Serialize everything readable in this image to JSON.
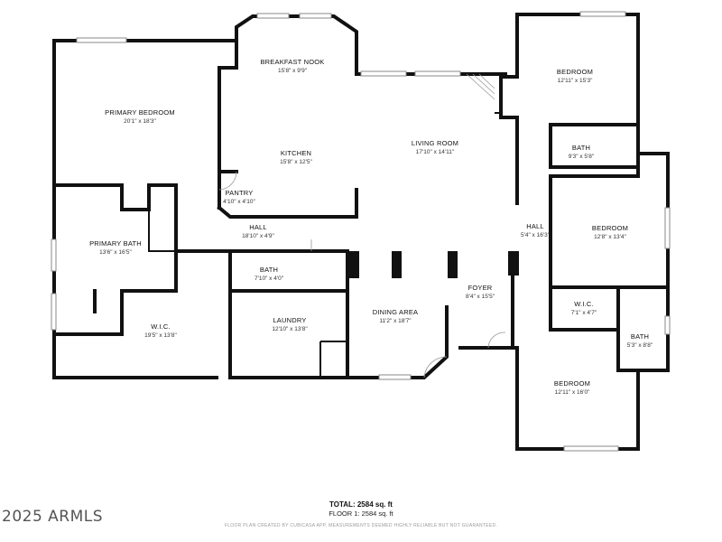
{
  "rooms": [
    {
      "id": "primary-bedroom",
      "name": "PRIMARY BEDROOM",
      "dims": "20'1\" x 18'3\""
    },
    {
      "id": "breakfast-nook",
      "name": "BREAKFAST NOOK",
      "dims": "15'8\" x 9'9\""
    },
    {
      "id": "kitchen",
      "name": "KITCHEN",
      "dims": "15'8\" x 12'5\""
    },
    {
      "id": "living-room",
      "name": "LIVING ROOM",
      "dims": "17'10\" x 14'11\""
    },
    {
      "id": "bedroom-ne",
      "name": "BEDROOM",
      "dims": "12'11\" x 15'3\""
    },
    {
      "id": "bath-ne",
      "name": "BATH",
      "dims": "9'3\" x 5'8\""
    },
    {
      "id": "pantry",
      "name": "PANTRY",
      "dims": "4'10\" x 4'10\""
    },
    {
      "id": "hall-main",
      "name": "HALL",
      "dims": "18'10\" x 4'9\""
    },
    {
      "id": "hall-east",
      "name": "HALL",
      "dims": "5'4\" x 16'3\""
    },
    {
      "id": "bedroom-e",
      "name": "BEDROOM",
      "dims": "12'8\" x 13'4\""
    },
    {
      "id": "primary-bath",
      "name": "PRIMARY BATH",
      "dims": "13'6\" x 16'5\""
    },
    {
      "id": "bath-center",
      "name": "BATH",
      "dims": "7'10\" x 4'0\""
    },
    {
      "id": "foyer",
      "name": "FOYER",
      "dims": "8'4\" x 15'5\""
    },
    {
      "id": "laundry",
      "name": "LAUNDRY",
      "dims": "12'10\" x 13'8\""
    },
    {
      "id": "dining-area",
      "name": "DINING AREA",
      "dims": "11'2\" x 18'7\""
    },
    {
      "id": "wic-se",
      "name": "W.I.C.",
      "dims": "7'1\" x 4'7\""
    },
    {
      "id": "wic-primary",
      "name": "W.I.C.",
      "dims": "19'5\" x 13'8\""
    },
    {
      "id": "bath-se",
      "name": "BATH",
      "dims": "5'3\" x 8'8\""
    },
    {
      "id": "bedroom-se",
      "name": "BEDROOM",
      "dims": "12'11\" x 16'0\""
    }
  ],
  "summary": {
    "total_label": "TOTAL:",
    "total_value": "2584 sq. ft",
    "floor_text": "FLOOR 1: 2584 sq. ft"
  },
  "disclaimer": "FLOOR PLAN CREATED BY CUBICASA APP. MEASUREMENTS DEEMED HIGHLY RELIABLE BUT NOT GUARANTEED.",
  "watermark": "2025 ARMLS",
  "colors": {
    "wall": "#111111",
    "window": "#888888",
    "background": "#ffffff"
  }
}
